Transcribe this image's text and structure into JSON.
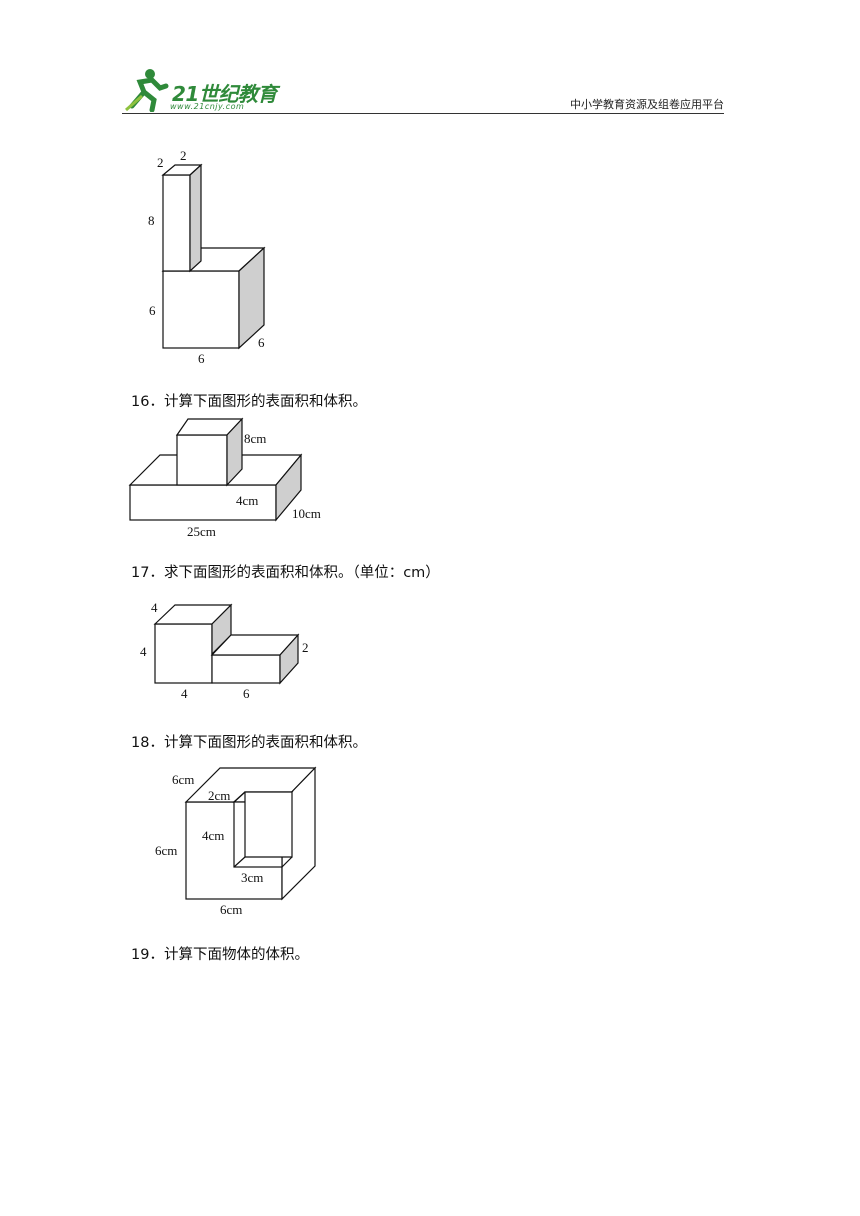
{
  "header": {
    "logo_text": "21世纪教育",
    "logo_url": "www.21cnjy.com",
    "right_text": "中小学教育资源及组卷应用平台"
  },
  "figure_15": {
    "labels": {
      "top_w": "2",
      "top_d": "2",
      "tower_h": "8",
      "base_h": "6",
      "base_w": "6",
      "base_d": "6"
    }
  },
  "q16": {
    "text": "16．计算下面图形的表面积和体积。"
  },
  "figure_16": {
    "labels": {
      "cube_h": "8cm",
      "base_h": "4cm",
      "base_w": "25cm",
      "base_d": "10cm"
    }
  },
  "q17": {
    "text": "17．求下面图形的表面积和体积。（单位：cm）"
  },
  "figure_17": {
    "labels": {
      "cube_d": "4",
      "cube_h": "4",
      "cube_w": "4",
      "bar_w": "6",
      "bar_d": "2"
    }
  },
  "q18": {
    "text": "18．计算下面图形的表面积和体积。"
  },
  "figure_18": {
    "labels": {
      "depth": "6cm",
      "gap_d": "2cm",
      "hole_h": "4cm",
      "height": "6cm",
      "hole_w": "3cm",
      "width": "6cm"
    }
  },
  "q19": {
    "text": "19．计算下面物体的体积。"
  },
  "colors": {
    "logo_green": "#2f8a3a",
    "side_gray": "#cfcfcf"
  }
}
